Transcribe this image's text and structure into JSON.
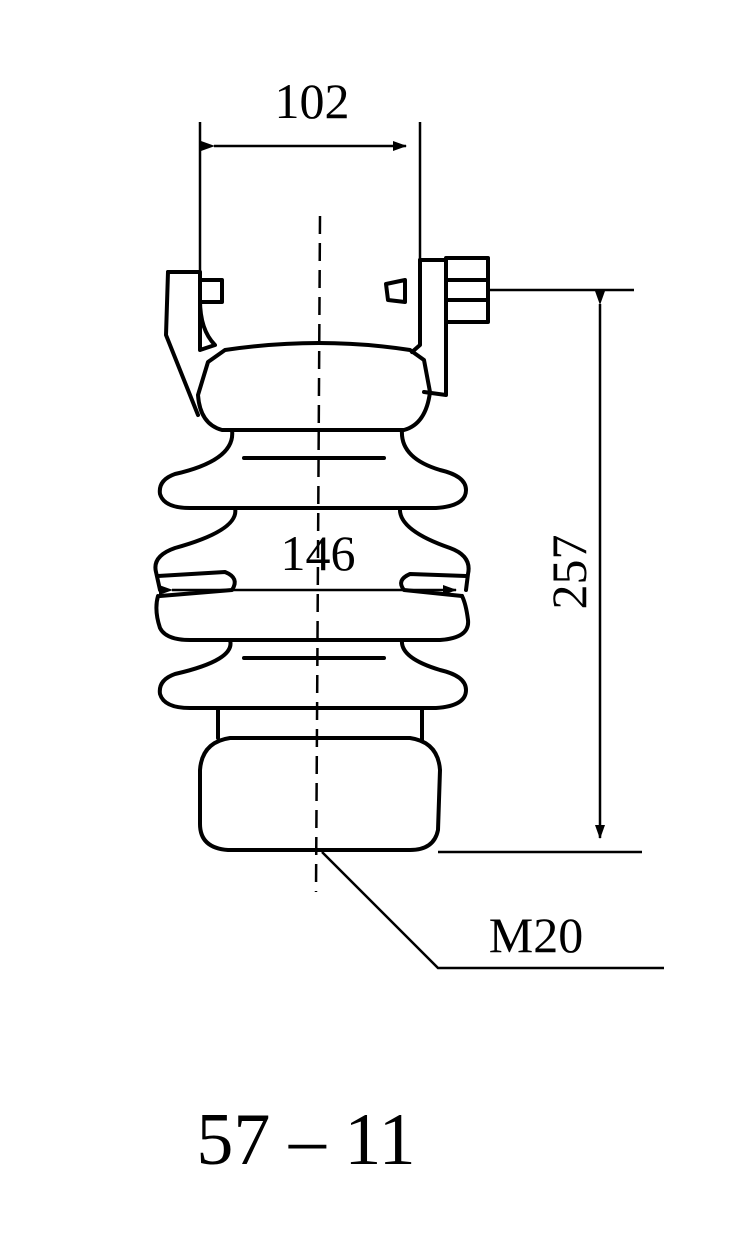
{
  "drawing": {
    "dimensions": {
      "top_width": "102",
      "shed_diameter": "146",
      "height": "257",
      "thread": "M20"
    },
    "caption": "57 – 11"
  }
}
